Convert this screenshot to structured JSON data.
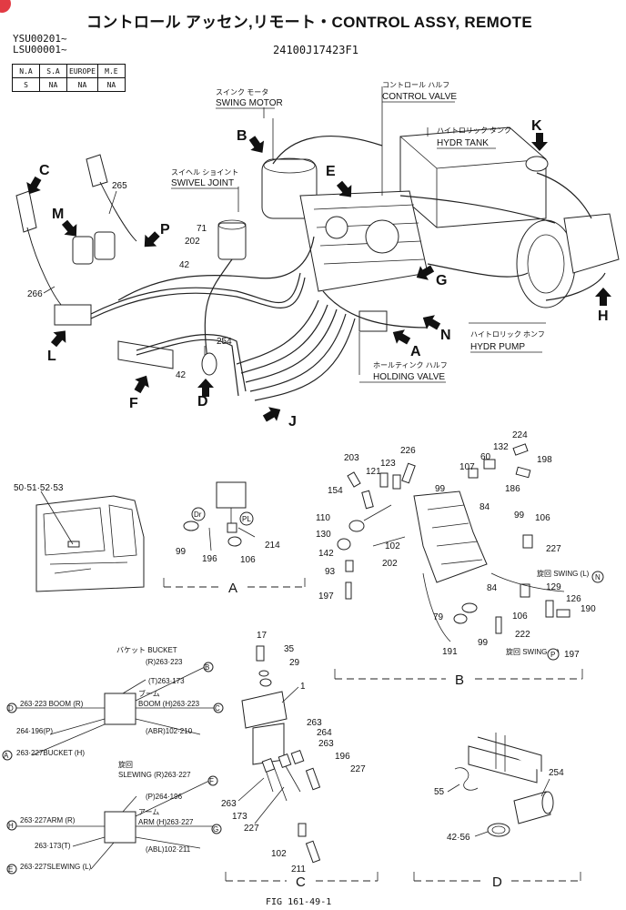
{
  "header": {
    "title": "コントロール アッセン,リモート・CONTROL ASSY, REMOTE",
    "serial_1": "YSU00201~",
    "serial_2": "LSU00001~",
    "part_number": "24100J17423F1"
  },
  "region_table": {
    "headers": [
      "N.A",
      "S.A",
      "EUROPE",
      "M.E"
    ],
    "values": [
      "S",
      "NA",
      "NA",
      "NA"
    ]
  },
  "main_labels": {
    "swing_motor_jp": "スインク モータ",
    "swing_motor": "SWING MOTOR",
    "control_valve_jp": "コントロール ハルフ",
    "control_valve": "CONTROL VALVE",
    "hydr_tank_jp": "ハイトロリック タンク",
    "hydr_tank": "HYDR TANK",
    "swivel_joint_jp": "スイヘル ショイント",
    "swivel_joint": "SWIVEL JOINT",
    "hydr_pump_jp": "ハイトロリック ホンフ",
    "hydr_pump": "HYDR PUMP",
    "holding_valve_jp": "ホールティンク ハルフ",
    "holding_valve": "HOLDING VALVE"
  },
  "letters": {
    "b": "B",
    "c": "C",
    "d": "D",
    "e": "E",
    "f": "F",
    "g": "G",
    "h": "H",
    "j": "J",
    "k": "K",
    "l": "L",
    "m": "M",
    "n": "N",
    "p": "P",
    "a": "A"
  },
  "part_refs": {
    "p265": "265",
    "p266": "266",
    "p71": "71",
    "p202": "202",
    "p42a": "42",
    "p254": "254",
    "p42b": "42",
    "p50": "50·51·52·53",
    "a_99": "99",
    "a_196": "196",
    "a_106": "106",
    "a_214": "214",
    "a_dr": "Dr",
    "a_pl": "PL",
    "b_203": "203",
    "b_121": "121",
    "b_123": "123",
    "b_226": "226",
    "b_154": "154",
    "b_110": "110",
    "b_130": "130",
    "b_142": "142",
    "b_93": "93",
    "b_197": "197",
    "b_102": "102",
    "b_202": "202",
    "b_99a": "99",
    "b_84a": "84",
    "b_107": "107",
    "b_60": "60",
    "b_132": "132",
    "b_224": "224",
    "b_198": "198",
    "b_186": "186",
    "b_99b": "99",
    "b_106a": "106",
    "b_227": "227",
    "b_swing_l": "旋回 SWING (L)",
    "b_n": "N",
    "b_84b": "84",
    "b_129": "129",
    "b_126": "126",
    "b_190": "190",
    "b_106b": "106",
    "b_79": "79",
    "b_99c": "99",
    "b_191": "191",
    "b_222": "222",
    "b_swing_r": "旋回 SWING (R)",
    "b_p": "P",
    "b_197b": "197",
    "c_17": "17",
    "c_35": "35",
    "c_29": "29",
    "c_1": "1",
    "c_263a": "263",
    "c_264": "264",
    "c_263b": "263",
    "c_196": "196",
    "c_227a": "227",
    "c_263c": "263",
    "c_173": "173",
    "c_227b": "227",
    "c_102": "102",
    "c_211": "211",
    "d_55": "55",
    "d_254": "254",
    "d_4256": "42·56"
  },
  "upper_block": {
    "bucket_r": "(R)263·223",
    "bucket_r_label": "バケット BUCKET",
    "boom_t": "(T)263·173",
    "boom_h": "BOOM (H)263·223",
    "boom_h_jp": "ブーム",
    "boom_r_left": "263·223 BOOM (R)",
    "abr": "(ABR)102·210",
    "p_left": "264·196(P)",
    "bucket_h": "263·227BUCKET (H)",
    "circle_b": "B",
    "circle_c": "C",
    "circle_d": "D",
    "circle_a": "A"
  },
  "lower_block": {
    "slewing_r": "SLEWING (R)263·227",
    "slewing_r_jp": "旋回",
    "p_right": "(P)264·196",
    "arm_h": "ARM (H)263·227",
    "arm_h_jp": "アーム",
    "arm_r": "263·227ARM (R)",
    "t_left": "263·173(T)",
    "abl": "(ABL)102·211",
    "slewing_l": "263·227SLEWING (L)",
    "circle_f": "F",
    "circle_g": "G",
    "circle_h": "H",
    "circle_e": "E"
  },
  "sections": {
    "a": "A",
    "b": "B",
    "c": "C",
    "d": "D"
  },
  "footer": {
    "fig": "FIG 161-49-1"
  }
}
